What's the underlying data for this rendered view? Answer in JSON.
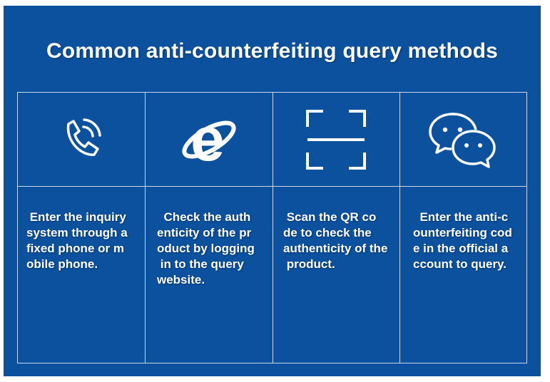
{
  "title": "Common anti-counterfeiting query methods",
  "colors": {
    "background": "#0b519e",
    "grid_line": "#c8d8ee",
    "text": "#ffffff"
  },
  "methods": [
    {
      "icon": "phone-icon",
      "text": " Enter the inquiry\nsystem through a\nfixed phone or m\nobile phone."
    },
    {
      "icon": "internet-explorer-icon",
      "text": "  Check the auth\nenticity of the pr\noduct by logging\n in to the query\nwebsite."
    },
    {
      "icon": "qr-scan-icon",
      "text": " Scan the QR co\nde to check the\nauthenticity of the\n product."
    },
    {
      "icon": "wechat-icon",
      "text": "  Enter the anti-c\nounterfeiting cod\ne in the official a\nccount to query."
    }
  ]
}
